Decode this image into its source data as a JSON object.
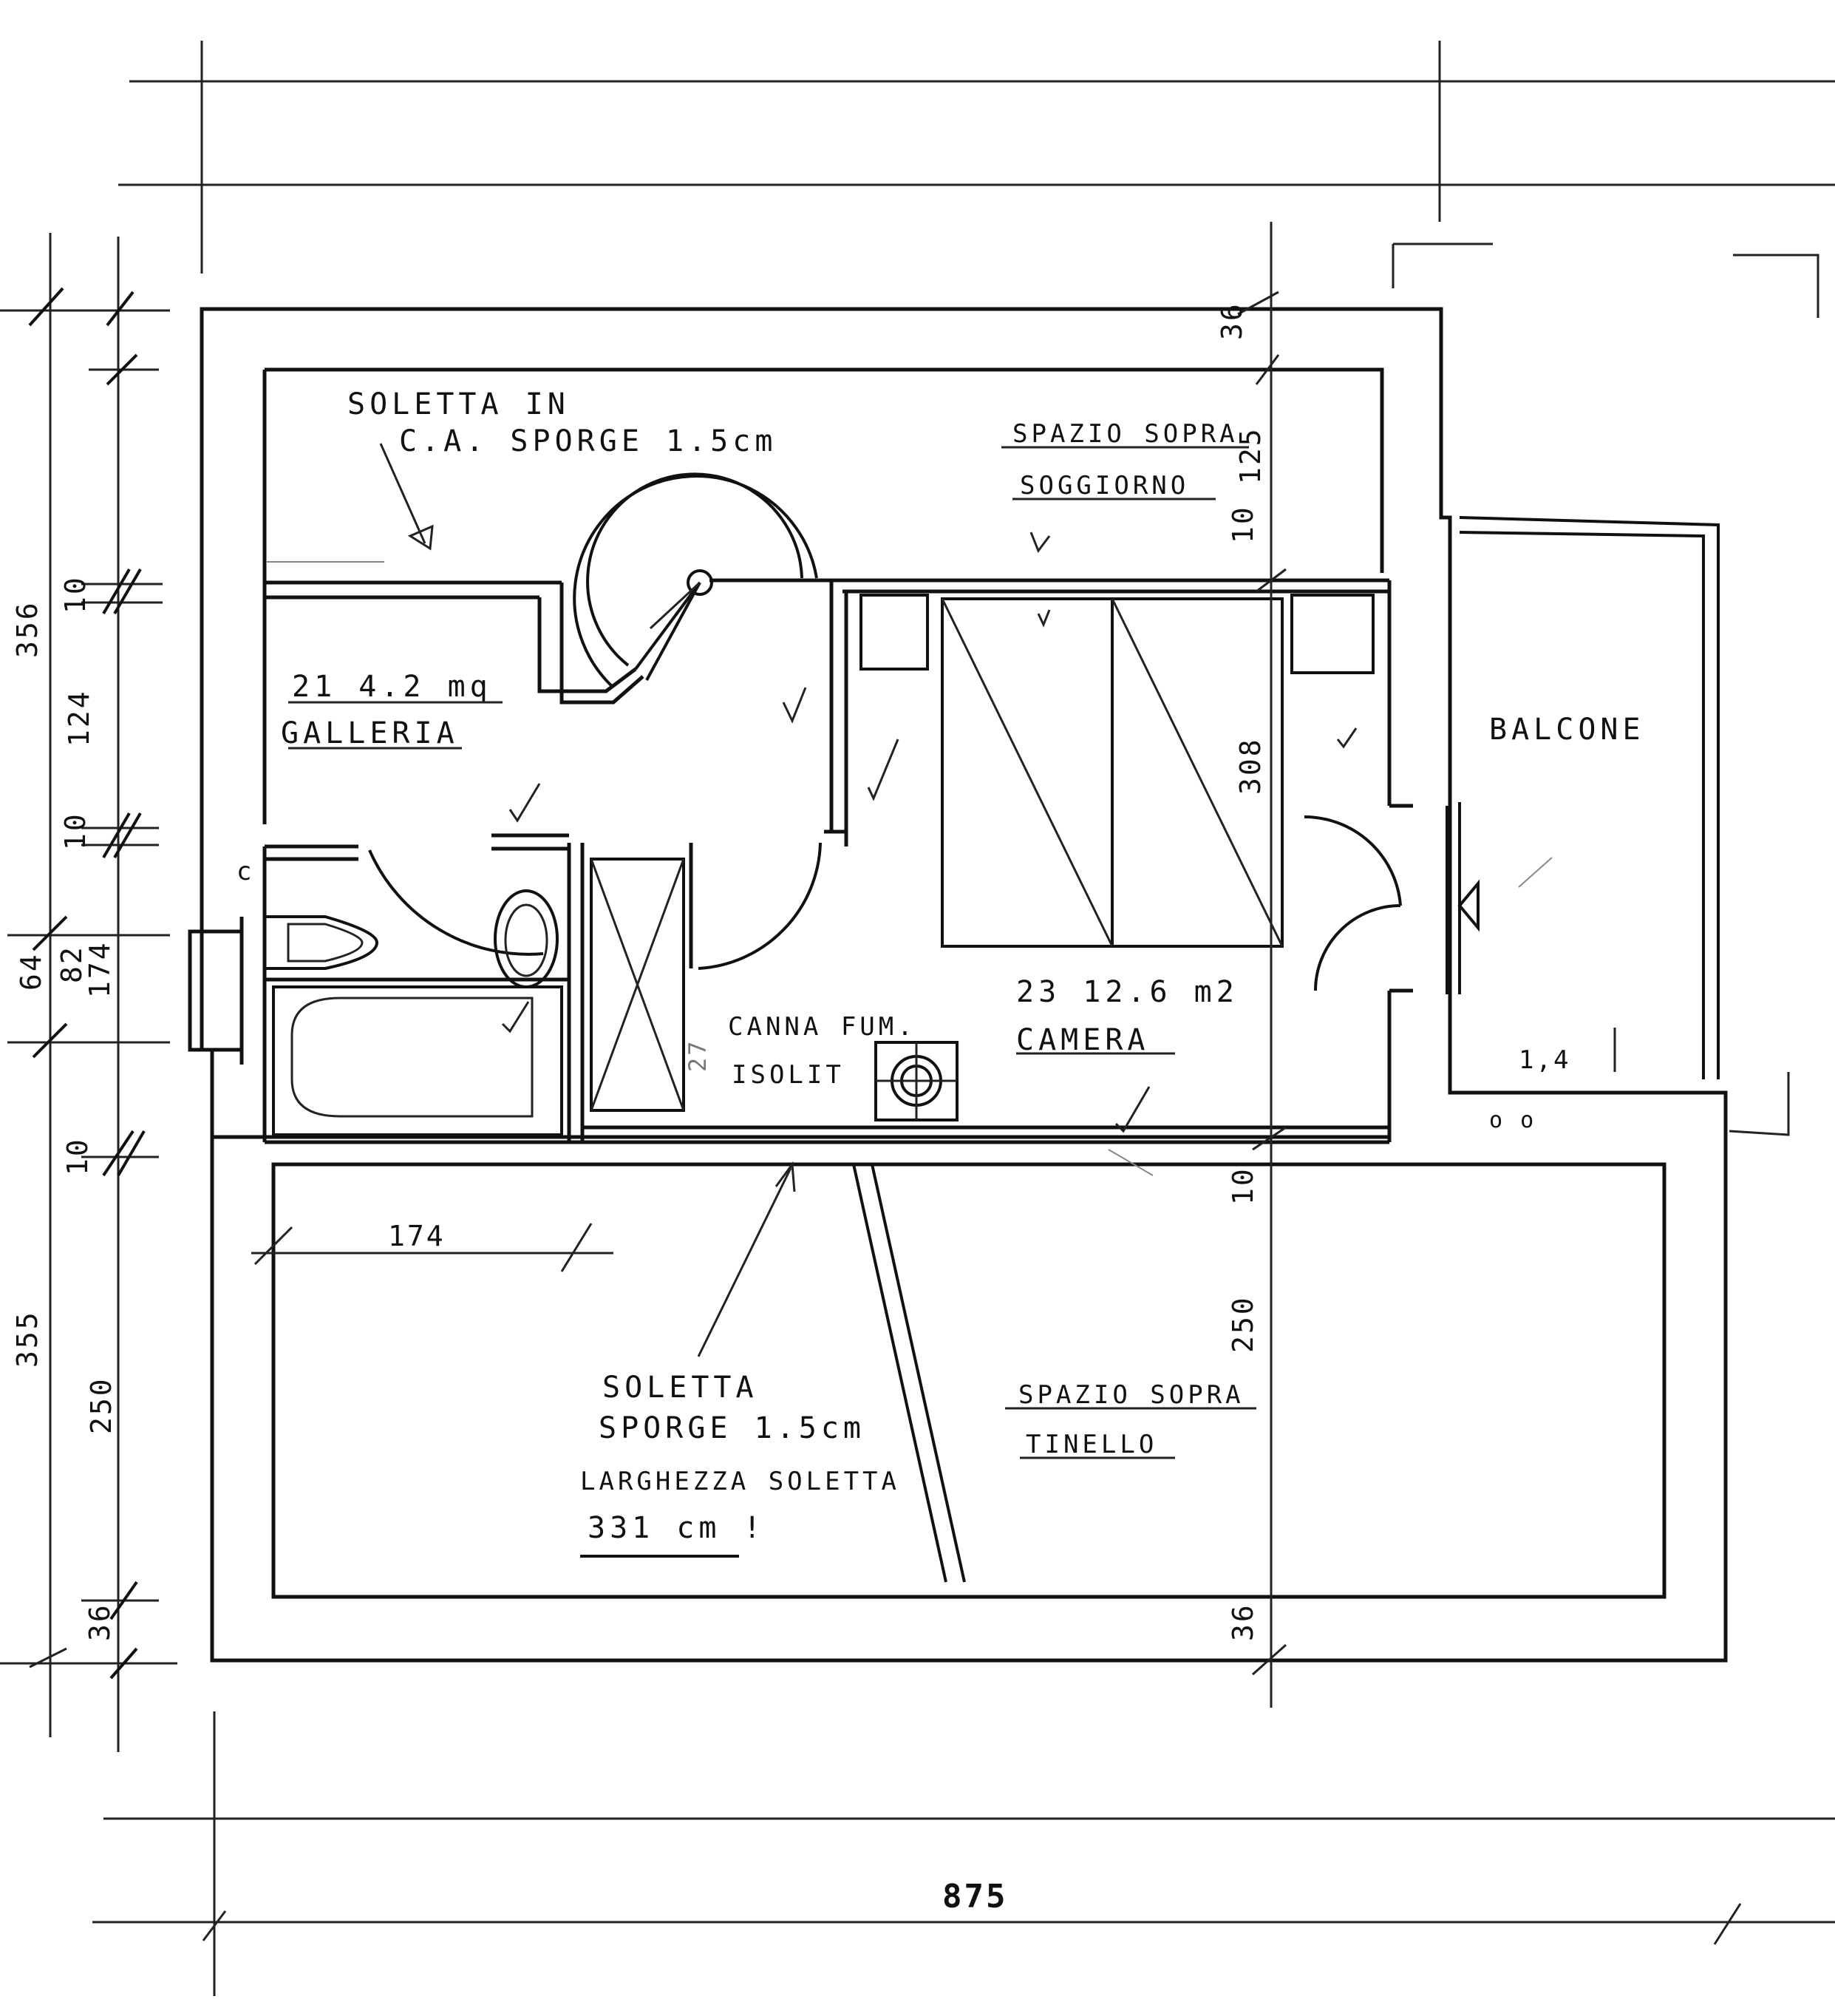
{
  "labels": {
    "soletta_in_1": "SOLETTA IN",
    "soletta_in_2": "C.A. SPORGE 1.5cm",
    "spazio_soggiorno_1": "SPAZIO SOPRA",
    "spazio_soggiorno_2": "SOGGIORNO",
    "galleria_area": "21  4.2 mq",
    "galleria": "GALLERIA",
    "balcone": "BALCONE",
    "camera_area": "23   12.6 m2",
    "camera": "CAMERA",
    "canna_1": "CANNA FUM.",
    "canna_2": "ISOLIT",
    "soletta_1": "SOLETTA",
    "soletta_2": "SPORGE 1.5cm",
    "soletta_3": "LARGHEZZA SOLETTA",
    "soletta_4": "331 cm !",
    "spazio_tinello_1": "SPAZIO SOPRA",
    "spazio_tinello_2": "TINELLO"
  },
  "dimensions": {
    "left_upper_total": "356",
    "left_lower_total": "355",
    "d_10_a": "10",
    "d_124": "124",
    "d_10_b": "10",
    "d_64": "64",
    "d_82": "82",
    "d_174_v": "174",
    "d_10_c": "10",
    "d_250_left": "250",
    "d_36_left": "36",
    "d_36_top_right": "36",
    "d_125": "125",
    "d_10_right": "10",
    "d_308": "308",
    "d_10_right_b": "10",
    "d_250_right": "250",
    "d_36_bottom_right": "36",
    "d_174_h": "174",
    "bottom_total": "875",
    "d_27": "27",
    "d_1_4": "1,4",
    "small_c": "c",
    "small_oo": "o o"
  }
}
